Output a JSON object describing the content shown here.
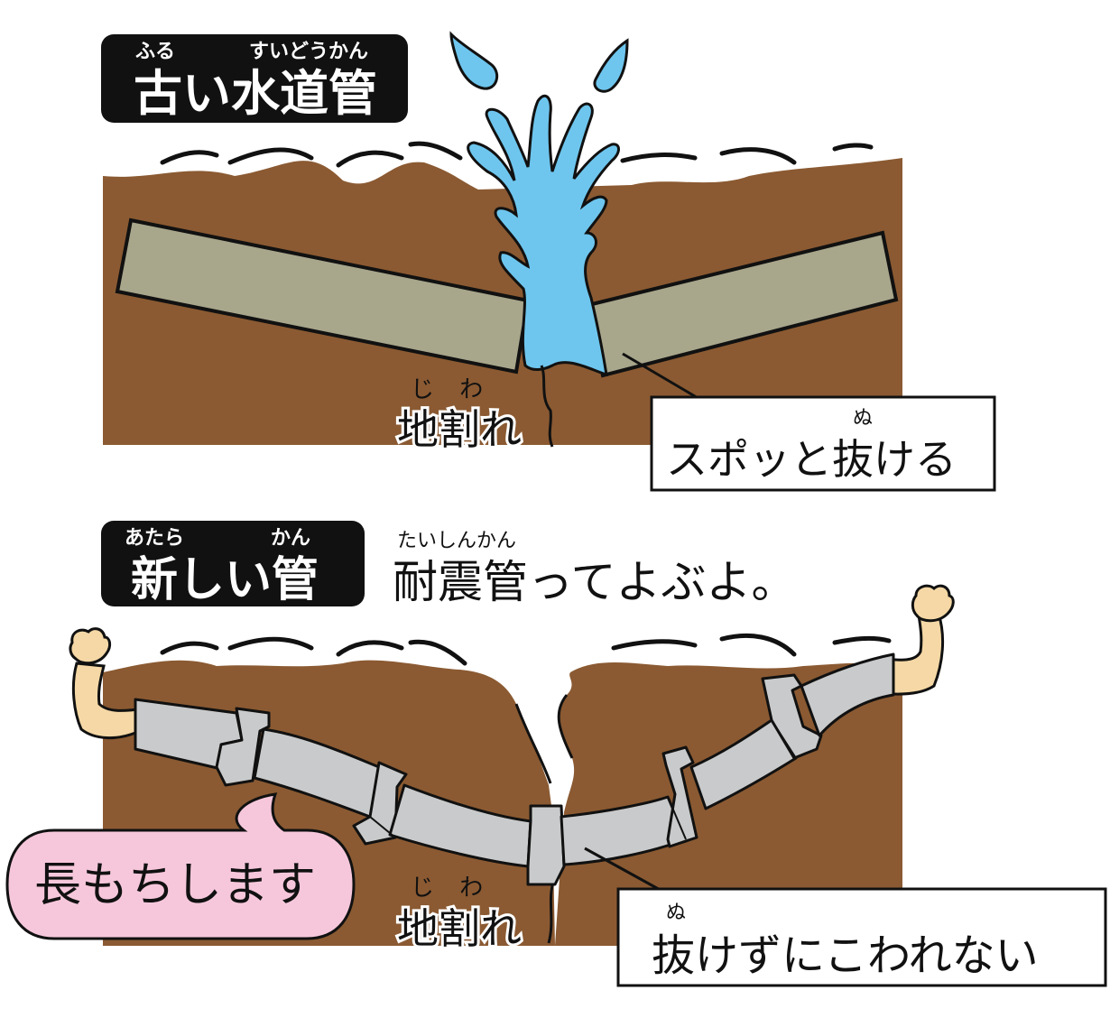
{
  "top_panel": {
    "title": "古い水道管",
    "title_ruby_1": "ふる",
    "title_ruby_2": "すいどうかん",
    "crack_label": "地割れ",
    "crack_ruby": "じ わ",
    "callout_text": "スポッと抜ける",
    "callout_ruby": "ぬ"
  },
  "bottom_panel": {
    "title": "新しい管",
    "title_ruby_1": "あたら",
    "title_ruby_2": "かん",
    "caption": "耐震管ってよぶよ。",
    "caption_ruby": "たいしんかん",
    "speech_bubble": "長もちします",
    "crack_label": "地割れ",
    "crack_ruby": "じ わ",
    "callout_text": "抜けずにこわれない",
    "callout_ruby": "ぬ"
  },
  "colors": {
    "soil": "#8B5A32",
    "old_pipe": "#A8A68B",
    "new_pipe": "#C9CACB",
    "water": "#6EC6EE",
    "bubble": "#F6C7DB",
    "title_bg": "#111111",
    "skin": "#F5D8A5"
  },
  "icons": [
    "water-spray-icon",
    "left-arm-icon",
    "right-arm-icon"
  ]
}
